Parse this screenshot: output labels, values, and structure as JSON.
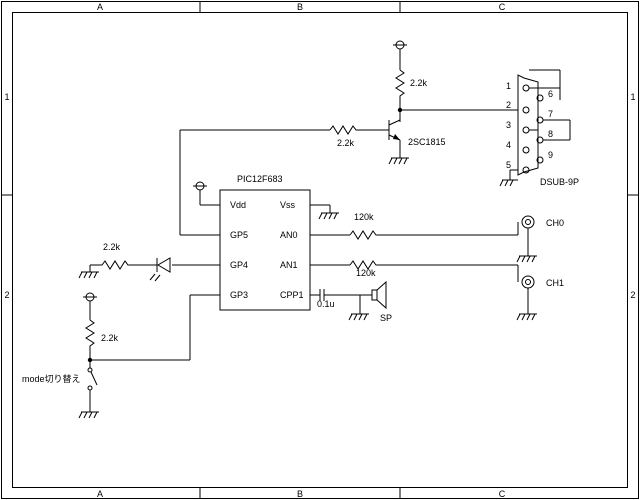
{
  "frame": {
    "cols": [
      "A",
      "B",
      "C"
    ],
    "rows": [
      "1",
      "2"
    ]
  },
  "ic": {
    "name": "PIC12F683",
    "pins": {
      "vdd": "Vdd",
      "vss": "Vss",
      "gp5": "GP5",
      "gp4": "GP4",
      "gp3": "GP3",
      "an0": "AN0",
      "an1": "AN1",
      "cpp1": "CPP1"
    }
  },
  "components": {
    "r_top": "2.2k",
    "r_base": "2.2k",
    "transistor": "2SC1815",
    "r_led": "2.2k",
    "r_mode": "2.2k",
    "r_an0": "120k",
    "r_an1": "120k",
    "capacitor": "0.1u",
    "speaker": "SP",
    "switch_label": "mode切り替え",
    "ch0": "CH0",
    "ch1": "CH1",
    "connector": "DSUB-9P"
  },
  "dsub_pins": [
    "1",
    "2",
    "3",
    "4",
    "5",
    "6",
    "7",
    "8",
    "9"
  ]
}
